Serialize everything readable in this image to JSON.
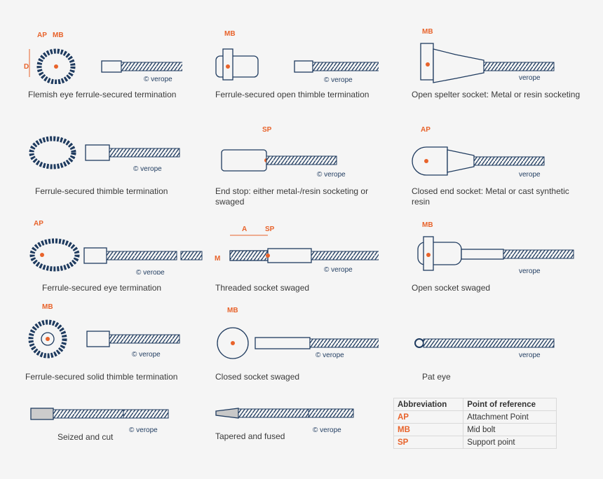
{
  "brand": "verope",
  "colors": {
    "rope": "#1f3b5f",
    "accent": "#e8632b",
    "background": "#f5f5f5"
  },
  "terminations": [
    {
      "caption": "Flemish eye ferrule-secured termination",
      "labels": [
        "AP",
        "MB",
        "D"
      ]
    },
    {
      "caption": "Ferrule-secured open thimble termination",
      "labels": [
        "MB"
      ]
    },
    {
      "caption": "Open spelter socket: Metal or resin socketing",
      "labels": [
        "MB"
      ]
    },
    {
      "caption": "Ferrule-secured thimble termination",
      "labels": []
    },
    {
      "caption": "End stop: either metal-/resin socketing or swaged",
      "labels": [
        "SP"
      ]
    },
    {
      "caption": "Closed end socket: Metal or cast synthetic resin",
      "labels": [
        "AP"
      ]
    },
    {
      "caption": "Ferrule-secured eye termination",
      "labels": [
        "AP"
      ]
    },
    {
      "caption": "Threaded socket swaged",
      "labels": [
        "A",
        "SP",
        "M"
      ]
    },
    {
      "caption": "Open socket swaged",
      "labels": [
        "MB"
      ]
    },
    {
      "caption": "Ferrule-secured solid thimble termination",
      "labels": [
        "MB"
      ]
    },
    {
      "caption": "Closed socket swaged",
      "labels": [
        "MB"
      ]
    },
    {
      "caption": "Pat eye",
      "labels": []
    },
    {
      "caption": "Seized and cut",
      "labels": []
    },
    {
      "caption": "Tapered and fused",
      "labels": []
    }
  ],
  "legend": {
    "headers": [
      "Abbreviation",
      "Point of reference"
    ],
    "rows": [
      {
        "abbr": "AP",
        "meaning": "Attachment Point"
      },
      {
        "abbr": "MB",
        "meaning": "Mid bolt"
      },
      {
        "abbr": "SP",
        "meaning": "Support point"
      }
    ]
  }
}
